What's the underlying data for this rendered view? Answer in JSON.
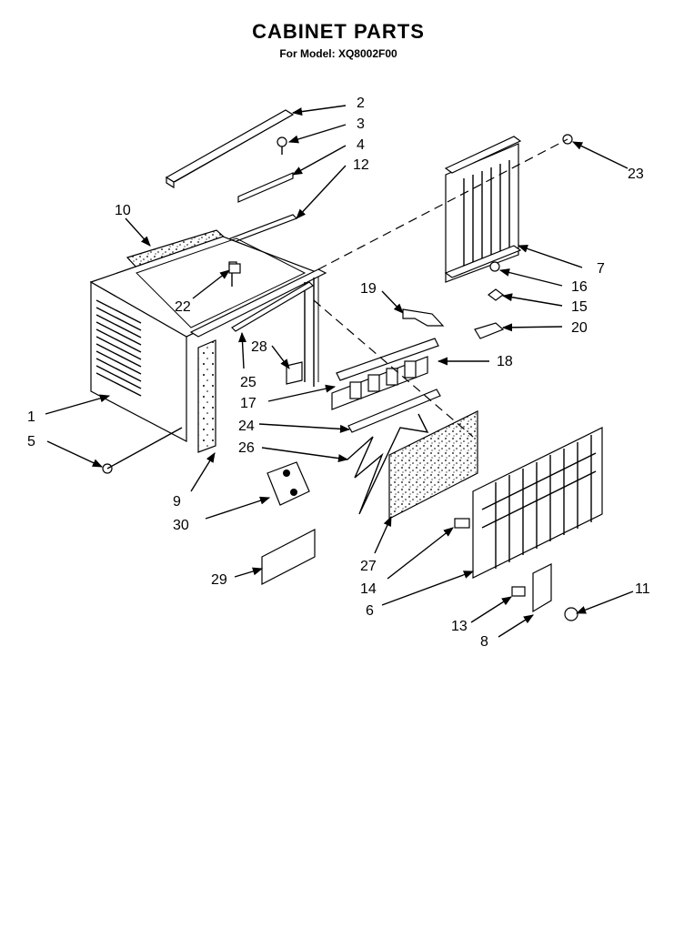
{
  "title": "CABINET PARTS",
  "subtitle": "For Model: XQ8002F00",
  "callouts": {
    "c1": "1",
    "c2": "2",
    "c3": "3",
    "c4": "4",
    "c5": "5",
    "c6": "6",
    "c7": "7",
    "c8": "8",
    "c9": "9",
    "c10": "10",
    "c11": "11",
    "c12": "12",
    "c13": "13",
    "c14": "14",
    "c15": "15",
    "c16": "16",
    "c17": "17",
    "c18": "18",
    "c19": "19",
    "c20": "20",
    "c22": "22",
    "c23": "23",
    "c24": "24",
    "c25": "25",
    "c26": "26",
    "c27": "27",
    "c28": "28",
    "c29": "29",
    "c30": "30"
  }
}
